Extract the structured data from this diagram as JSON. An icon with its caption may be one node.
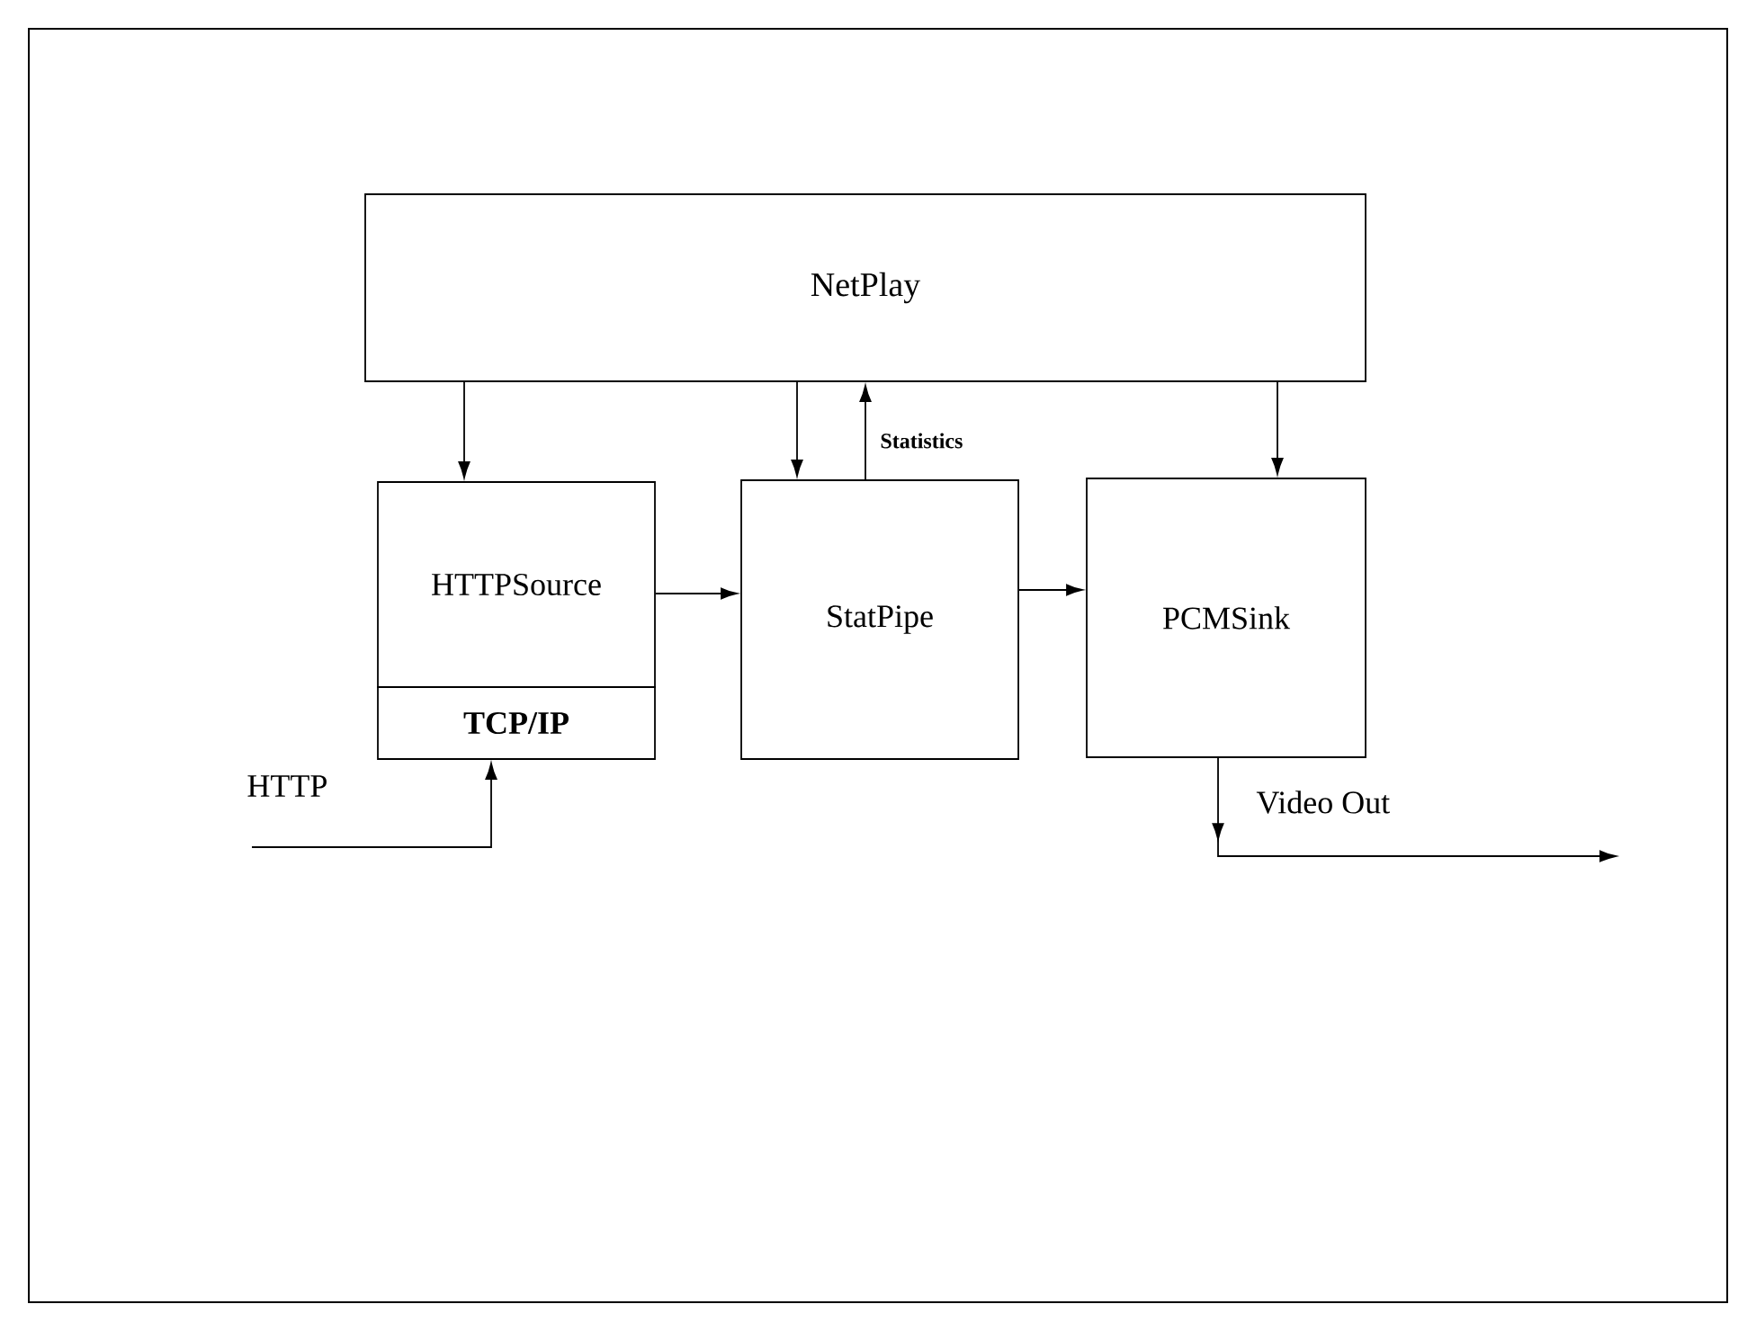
{
  "diagram": {
    "nodes": [
      {
        "text": [
          "NetPlay"
        ]
      },
      {
        "text": [
          "HTTPSource"
        ]
      },
      {
        "text": [
          "TCP/IP"
        ]
      },
      {
        "text": [
          "StatPipe"
        ]
      },
      {
        "text": [
          "PCMSink"
        ]
      }
    ],
    "edges": [
      {
        "from": 0,
        "to": 1,
        "arrow": "to"
      },
      {
        "from": 0,
        "to": 3,
        "arrow": "to"
      },
      {
        "from": 3,
        "to": 0,
        "arrow": "to",
        "label": "Statistics"
      },
      {
        "from": 0,
        "to": 4,
        "arrow": "to"
      },
      {
        "from": 1,
        "to": 3,
        "arrow": "to"
      },
      {
        "from": 3,
        "to": 4,
        "arrow": "to"
      },
      {
        "from": null,
        "to": 2,
        "arrow": "to",
        "label": "HTTP"
      },
      {
        "from": 4,
        "to": null,
        "arrow": "to",
        "label": "Video Out"
      }
    ]
  }
}
